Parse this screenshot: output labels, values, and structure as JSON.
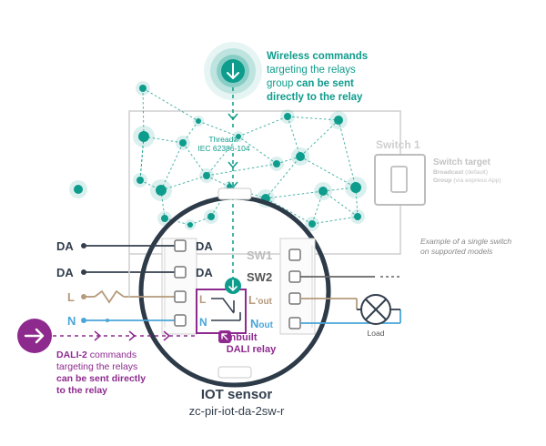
{
  "wireless": {
    "line1": "Wireless commands",
    "line2": "targeting the relays",
    "line3_a": "group ",
    "line3_b": "can be sent",
    "line4": "directly to the relay"
  },
  "thread": {
    "line1": "Thread®",
    "line2": "IEC 62386-104"
  },
  "switch": {
    "name": "Switch 1",
    "target_title": "Switch target",
    "broadcast_label": "Broadcast",
    "broadcast_value": "(default)",
    "group_label": "Group",
    "group_value": "(via express App)"
  },
  "note": {
    "line1": "Example of a single switch",
    "line2": "on supported models"
  },
  "left_terms": {
    "da1": "DA",
    "da2": "DA",
    "l": "L",
    "n": "N"
  },
  "inner_terms": {
    "da1": "DA",
    "da2": "DA"
  },
  "right_terms": {
    "sw1": "SW1",
    "sw2": "SW2",
    "lout_l": "L",
    "lout_sub": "'out",
    "nout_n": "N",
    "nout_sub": "out"
  },
  "relay": {
    "l": "L",
    "n": "N",
    "line1": "Inbuilt",
    "line2": "DALI relay"
  },
  "load": "Load",
  "dali": {
    "line1_a": "DALI-2 ",
    "line1_b": "commands",
    "line2": "targeting the relays",
    "line3": "can be sent directly",
    "line4": "to the relay"
  },
  "sensor": {
    "title": "IOT sensor",
    "model": "zc-pir-iot-da-2sw-r"
  },
  "colors": {
    "teal": "#0e9c8c",
    "purple": "#8e2a8e",
    "tan": "#b59a7c",
    "blue": "#4aa6d8",
    "dark": "#333f4d",
    "grey": "#c3c3c3"
  }
}
